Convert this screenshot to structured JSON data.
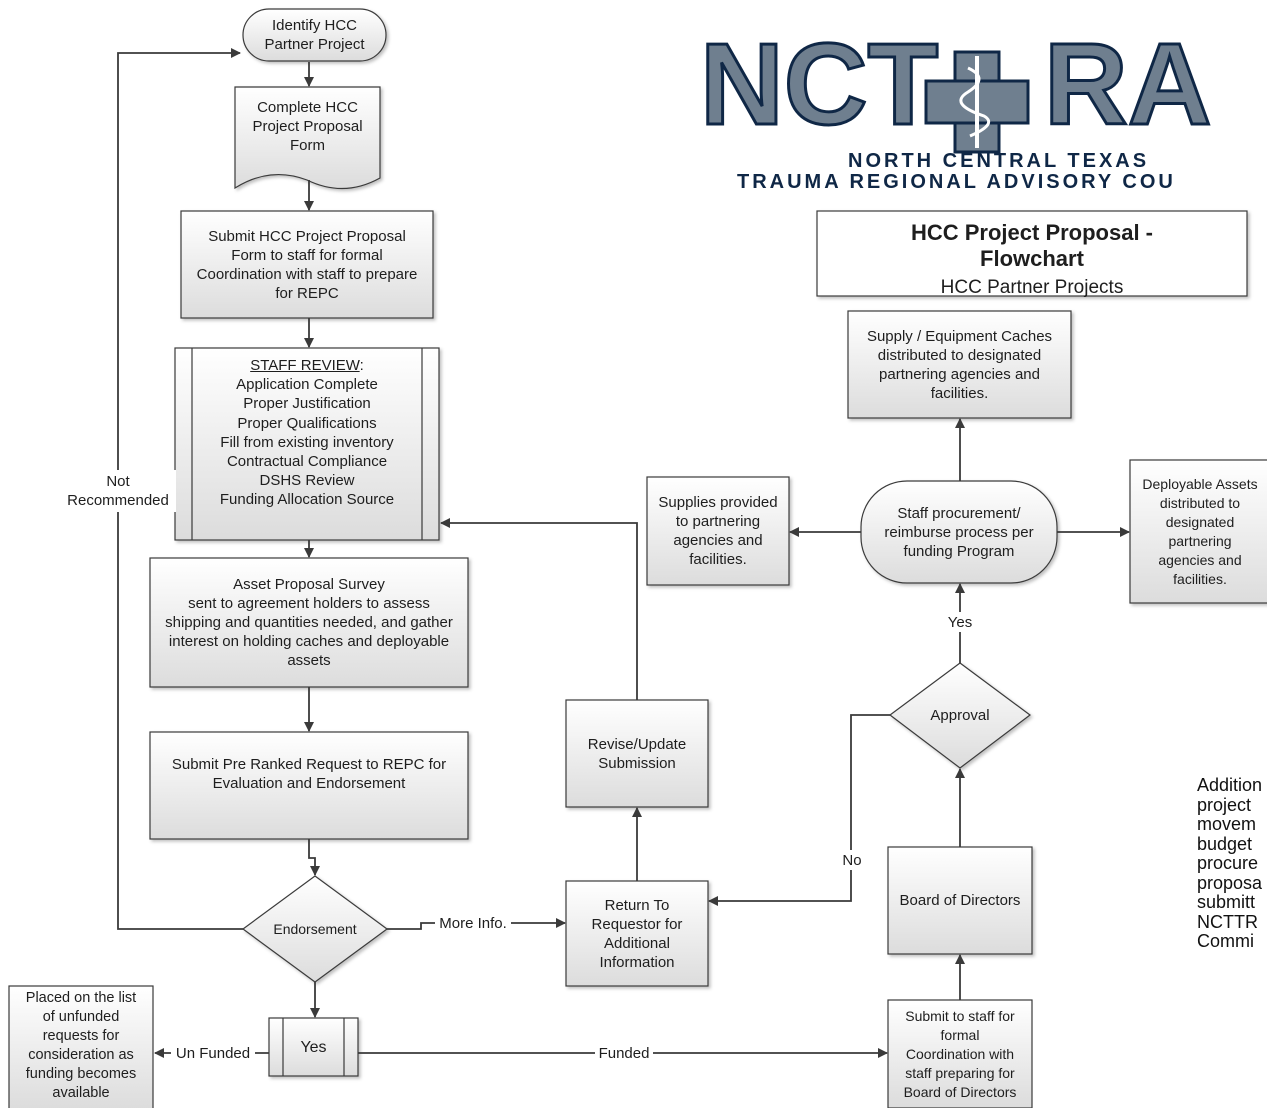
{
  "logo": {
    "letters_left": "NCT",
    "letters_right": "RA",
    "line1": "NORTH CENTRAL TEXAS",
    "line2": "TRAUMA REGIONAL ADVISORY COU"
  },
  "title_box": {
    "title": "HCC Project Proposal -\nFlowchart",
    "subtitle": "HCC Partner Projects"
  },
  "nodes": {
    "identify": "Identify HCC\nPartner Project",
    "complete_form": "Complete HCC\nProject Proposal\nForm",
    "submit_form": "Submit HCC Project Proposal\nForm to staff for formal\nCoordination with staff to prepare\nfor REPC",
    "staff_review_heading": "STAFF REVIEW",
    "staff_review_items": "Application Complete\nProper Justification\nProper Qualifications\nFill from existing inventory\nContractual Compliance\nDSHS Review\nFunding Allocation Source",
    "asset_survey": "Asset Proposal Survey\nsent to agreement holders to assess\nshipping and quantities needed, and gather\ninterest on holding caches and deployable\nassets",
    "pre_ranked": "Submit Pre Ranked Request to REPC for\nEvaluation and  Endorsement",
    "endorsement": "Endorsement",
    "yes_box": "Yes",
    "unfunded_list": "Placed on the list\nof unfunded\nrequests for\nconsideration as\nfunding becomes\navailable",
    "return_requestor": "Return To\nRequestor for\nAdditional\nInformation",
    "revise": "Revise/Update\nSubmission",
    "submit_staff_board": "Submit to staff for\nformal\nCoordination with\nstaff preparing for\nBoard of Directors",
    "board": "Board of Directors",
    "approval": "Approval",
    "procurement": "Staff procurement/\nreimburse process per\nfunding Program",
    "supplies": "Supplies provided\nto partnering\nagencies and\nfacilities.",
    "caches": "Supply / Equipment Caches\ndistributed to designated\npartnering agencies and\nfacilities.",
    "deployable": "Deployable Assets\ndistributed to\ndesignated\npartnering\nagencies and\nfacilities."
  },
  "edge_labels": {
    "not_recommended": "Not\nRecommended",
    "more_info": "More Info.",
    "un_funded": "Un Funded",
    "funded": "Funded",
    "no": "No",
    "yes": "Yes"
  },
  "side_note": "Addition\nproject\nmovem\nbudget\nprocure\nproposa\nsubmitt\nNCTTR\nCommi",
  "colors": {
    "node_fill_top": "#ffffff",
    "node_fill_bottom": "#dedede",
    "stroke": "#3a3a3a",
    "logo_gray": "#6f7f8f",
    "logo_navy": "#0f2746"
  }
}
